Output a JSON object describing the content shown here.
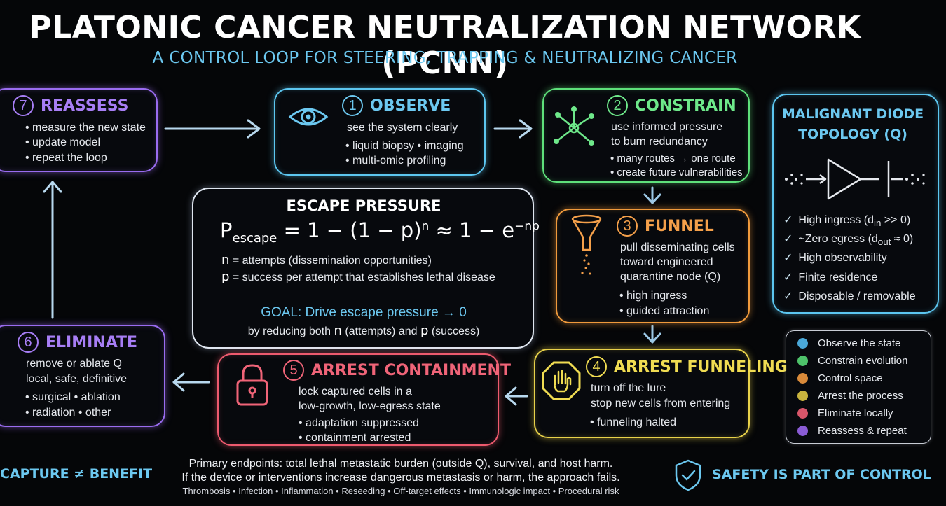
{
  "title": "PLATONIC CANCER NEUTRALIZATION NETWORK (PCNN)",
  "subtitle": "A CONTROL LOOP FOR STEERING, TRAPPING & NEUTRALIZING CANCER",
  "steps": {
    "reassess": {
      "num": "7",
      "title": "REASSESS",
      "lines": [
        "• measure the new state",
        "• update model",
        "• repeat the loop"
      ]
    },
    "observe": {
      "num": "1",
      "title": "OBSERVE",
      "lines": [
        "see the system clearly",
        "• liquid biopsy  • imaging",
        "• multi-omic profiling"
      ]
    },
    "constrain": {
      "num": "2",
      "title": "CONSTRAIN",
      "lines": [
        "use informed pressure",
        "to burn redundancy",
        "• many routes → one route",
        "• create future vulnerabilities"
      ]
    },
    "funnel": {
      "num": "3",
      "title": "FUNNEL",
      "lines": [
        "pull disseminating cells",
        "toward engineered",
        "quarantine node (Q)",
        "• high ingress",
        "• guided attraction"
      ]
    },
    "arrest_funneling": {
      "num": "4",
      "title": "ARREST FUNNELING",
      "lines": [
        "turn off the lure",
        "stop new cells from entering",
        "• funneling halted"
      ]
    },
    "arrest_containment": {
      "num": "5",
      "title": "ARREST CONTAINMENT",
      "lines": [
        "lock captured cells in a",
        "low-growth, low-egress state",
        "• adaptation suppressed",
        "• containment arrested"
      ]
    },
    "eliminate": {
      "num": "6",
      "title": "ELIMINATE",
      "lines": [
        "remove or ablate Q",
        "local, safe, definitive",
        "• surgical  • ablation",
        "• radiation  • other"
      ]
    }
  },
  "escape": {
    "title": "ESCAPE PRESSURE",
    "formula": {
      "p": "P",
      "p_sub": "escape",
      "middle": " = 1 − (1 − p)",
      "exp_n": "n",
      "approx": " ≈ 1 − e",
      "exp_np": "−np"
    },
    "n_symbol": "n",
    "n_def": " = attempts  (dissemination opportunities)",
    "p_symbol": "p",
    "p_def": " = success per attempt that establishes lethal disease",
    "goal": "GOAL: Drive escape pressure → 0",
    "goal_sub_1": "by reducing both ",
    "goal_sub_n": "n",
    "goal_sub_2": " (attempts) and ",
    "goal_sub_p": "p",
    "goal_sub_3": " (success)"
  },
  "diode": {
    "title_line1": "MALIGNANT DIODE",
    "title_line2": "TOPOLOGY (Q)",
    "checks": [
      {
        "text": "High ingress (d",
        "sub": "in",
        "tail": " >> 0)"
      },
      {
        "text": "~Zero egress (d",
        "sub": "out",
        "tail": " ≈ 0)"
      },
      {
        "text": "High observability",
        "sub": "",
        "tail": ""
      },
      {
        "text": "Finite residence",
        "sub": "",
        "tail": ""
      },
      {
        "text": "Disposable / removable",
        "sub": "",
        "tail": ""
      }
    ]
  },
  "legend": [
    {
      "label": "Observe the state",
      "color": "#4aa8d8"
    },
    {
      "label": "Constrain evolution",
      "color": "#4ec26a"
    },
    {
      "label": "Control space",
      "color": "#d98a3a"
    },
    {
      "label": "Arrest the process",
      "color": "#c9b43e"
    },
    {
      "label": "Eliminate locally",
      "color": "#d8566a"
    },
    {
      "label": "Reassess & repeat",
      "color": "#8a5cd6"
    }
  ],
  "footer": {
    "capture": "CAPTURE ≠ BENEFIT",
    "line1": "Primary endpoints: total lethal metastatic burden (outside Q), survival, and host harm.",
    "line2": "If the device or interventions increase dangerous metastasis or harm, the approach fails.",
    "line3": "Thrombosis • Infection • Inflammation • Reseeding • Off-target effects • Immunologic impact • Procedural risk",
    "safety": "SAFETY IS PART OF CONTROL"
  },
  "icons": [
    "eye-icon",
    "network-icon",
    "funnel-icon",
    "stop-hand-icon",
    "padlock-icon",
    "diode-icon",
    "shield-check-icon"
  ]
}
